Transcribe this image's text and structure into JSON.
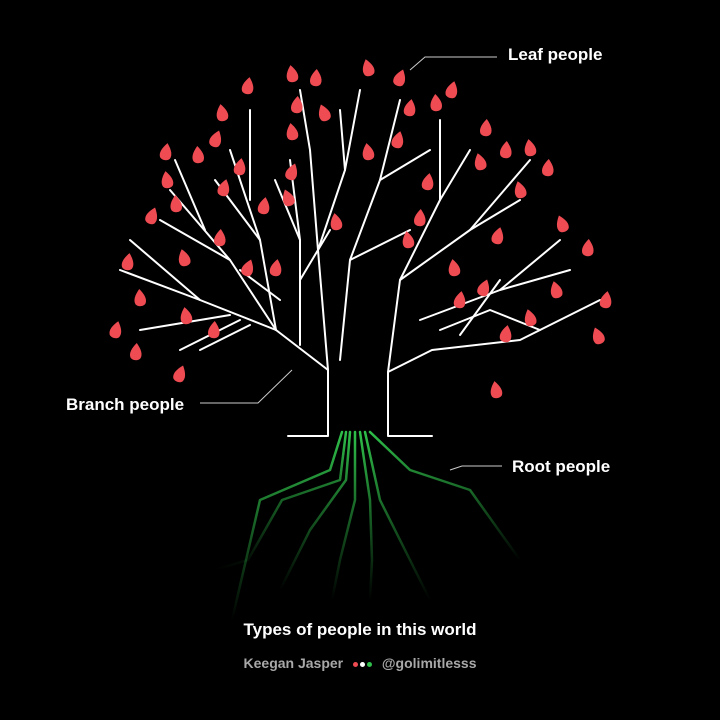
{
  "labels": {
    "leaf": "Leaf people",
    "branch": "Branch people",
    "root": "Root people"
  },
  "title": "Types of people in this world",
  "credit": {
    "author": "Keegan Jasper",
    "handle": "@golimitlesss"
  },
  "colors": {
    "background": "#000000",
    "branch": "#ffffff",
    "leaf": "#ef4b52",
    "root": "#2fbf4a",
    "dot_red": "#ef4b52",
    "dot_white": "#ffffff",
    "dot_green": "#2fbf4a",
    "credit_text": "#a8a8a8"
  },
  "icons": [
    "leaf-icon",
    "branch-icon",
    "root-icon"
  ]
}
